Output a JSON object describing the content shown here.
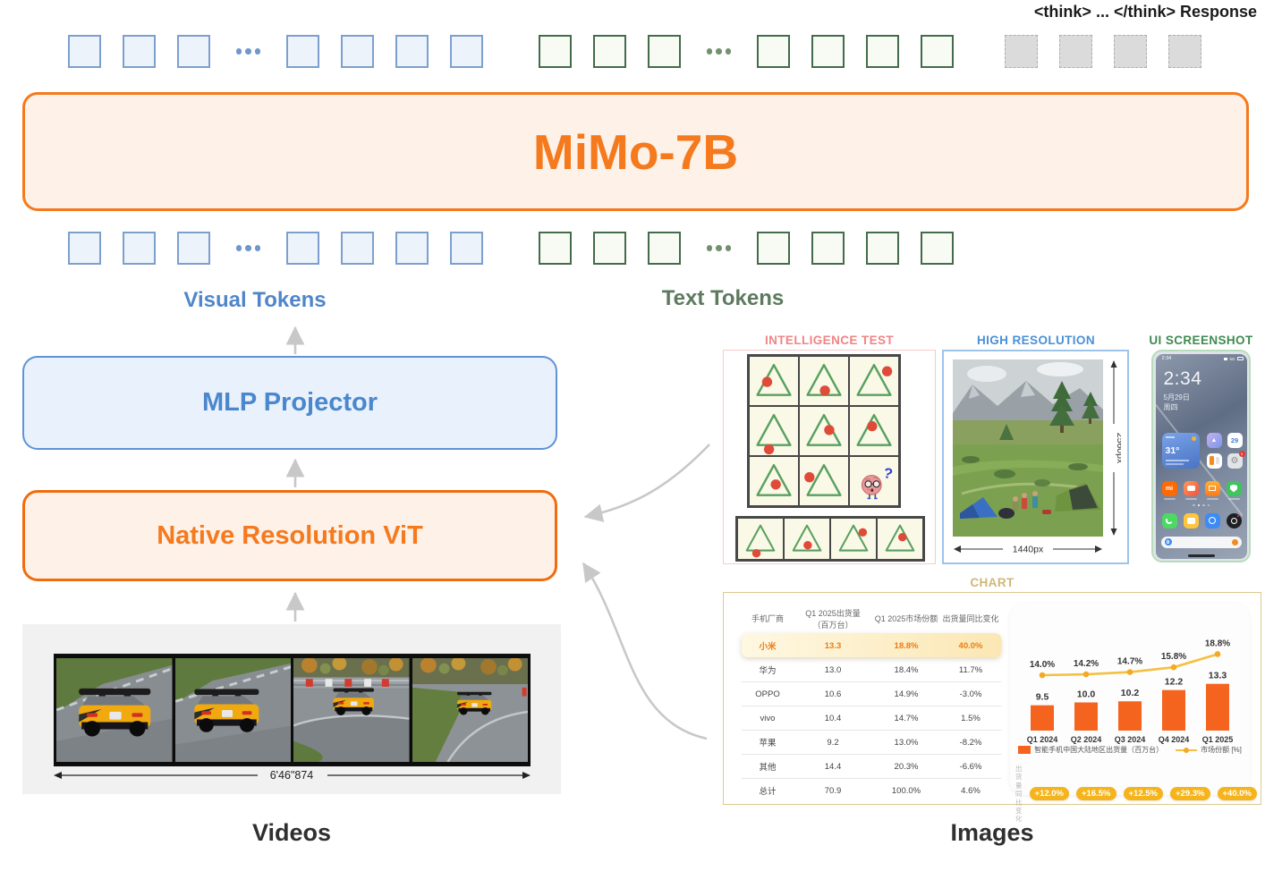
{
  "header": {
    "response_label": "<think> ... </think> Response"
  },
  "model": {
    "label": "MiMo-7B"
  },
  "projector": {
    "label": "MLP Projector"
  },
  "vit": {
    "label": "Native Resolution ViT"
  },
  "token_labels": {
    "visual": "Visual Tokens",
    "text": "Text Tokens"
  },
  "tokens": {
    "visual_before": 3,
    "visual_after": 4,
    "text_before": 3,
    "text_after": 4,
    "response_count": 4
  },
  "captions": {
    "videos": "Videos",
    "images": "Images"
  },
  "video": {
    "duration": "6'46\"874"
  },
  "examples": {
    "intelligence_test": {
      "title": "INTELLIGENCE TEST",
      "grid_dots": [
        [
          36,
          52
        ],
        [
          52,
          70
        ],
        [
          77,
          30
        ],
        [
          40,
          88
        ],
        [
          61,
          48
        ],
        [
          46,
          40
        ],
        [
          54,
          57
        ],
        [
          20,
          42
        ],
        null
      ],
      "option_dots": [
        [
          40,
          86
        ],
        [
          52,
          66
        ],
        [
          73,
          34
        ],
        [
          56,
          46
        ]
      ]
    },
    "high_resolution": {
      "title": "HIGH RESOLUTION",
      "height_label": "2560px",
      "width_label": "1440px"
    },
    "ui_screenshot": {
      "title": "UI SCREENSHOT",
      "status_time": "2:34",
      "clock": "2:34",
      "date": "5月29日",
      "weekday": "周四",
      "temperature": "31°",
      "calendar_day": "29",
      "notification_badge": "1",
      "mi_logo": "mi",
      "icon_names": [
        "weather-widget",
        "gallery-icon",
        "calendar-icon",
        "notes-icon",
        "settings-icon",
        "mi-home-icon",
        "game-center-icon",
        "store-icon",
        "security-icon",
        "phone-icon",
        "files-icon",
        "browser-icon",
        "camera-icon",
        "search-icon"
      ]
    },
    "chart": {
      "title": "CHART",
      "table": {
        "columns": [
          [
            "手机厂商"
          ],
          [
            "Q1 2025出货量",
            "（百万台）"
          ],
          [
            "Q1 2025市场份额"
          ],
          [
            "出货量同比变化"
          ]
        ],
        "rows": [
          [
            "小米",
            "13.3",
            "18.8%",
            "40.0%"
          ],
          [
            "华为",
            "13.0",
            "18.4%",
            "11.7%"
          ],
          [
            "OPPO",
            "10.6",
            "14.9%",
            "-3.0%"
          ],
          [
            "vivo",
            "10.4",
            "14.7%",
            "1.5%"
          ],
          [
            "苹果",
            "9.2",
            "13.0%",
            "-8.2%"
          ],
          [
            "其他",
            "14.4",
            "20.3%",
            "-6.6%"
          ],
          [
            "总计",
            "70.9",
            "100.0%",
            "4.6%"
          ]
        ],
        "highlight_row": 0
      }
    }
  },
  "chart_data": {
    "type": "bar",
    "categories": [
      "Q1 2024",
      "Q2 2024",
      "Q3 2024",
      "Q4 2024",
      "Q1 2025"
    ],
    "series": [
      {
        "name": "智能手机中国大陆地区出货量（百万台）",
        "type": "bar",
        "color": "#f4641e",
        "values": [
          9.5,
          10.0,
          10.2,
          12.2,
          13.3
        ],
        "labels": [
          "9.5",
          "10.0",
          "10.2",
          "12.2",
          "13.3"
        ]
      },
      {
        "name": "市场份额 [%]",
        "type": "line",
        "color": "#f5c041",
        "values": [
          14.0,
          14.2,
          14.7,
          15.8,
          18.8
        ],
        "labels": [
          "14.0%",
          "14.2%",
          "14.7%",
          "15.8%",
          "18.8%"
        ]
      }
    ],
    "ylim": [
      0,
      15
    ],
    "grid": false,
    "legend_position": "bottom",
    "yoy_row": {
      "label_lines": [
        "出货量",
        "同比变化"
      ],
      "badges": [
        "+12.0%",
        "+16.5%",
        "+12.5%",
        "+29.3%",
        "+40.0%"
      ]
    }
  },
  "colors": {
    "orange_accent": "#f5791d",
    "blue_accent": "#4a87cc",
    "green_accent": "#446b4b",
    "bar_orange": "#f4641e",
    "line_yellow": "#f5c041",
    "badge_yellow": "#f5b41c",
    "title_pink": "#f08585",
    "title_blue": "#4a90d8",
    "title_green": "#3f8a52",
    "title_gold": "#cdb878",
    "arrow_gray": "#c9c9c9"
  }
}
